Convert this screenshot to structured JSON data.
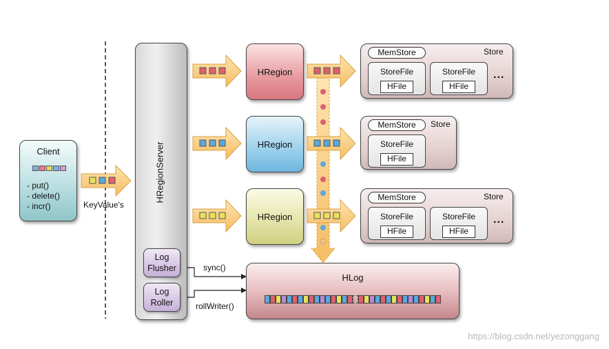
{
  "client": {
    "title": "Client",
    "methods": "- put()\n- delete()\n- incr()",
    "swatches": [
      "#7fb0e0",
      "#e87b8a",
      "#e8d85a",
      "#7fb0e0",
      "#c9a0e0"
    ]
  },
  "keyvalue_label": "KeyValue's",
  "server": {
    "label": "HRegionServer",
    "log_flusher": "Log\nFlusher",
    "log_roller": "Log\nRoller"
  },
  "regions": [
    {
      "label": "HRegion",
      "color": "#e8838a"
    },
    {
      "label": "HRegion",
      "color": "#7fc4e8"
    },
    {
      "label": "HRegion",
      "color": "#e0e09a"
    }
  ],
  "stores": [
    {
      "memstore": "MemStore",
      "store_label": "Store",
      "storefiles": [
        "StoreFile",
        "StoreFile"
      ],
      "hfile": "HFile",
      "more": "..."
    },
    {
      "memstore": "MemStore",
      "store_label": "Store",
      "storefiles": [
        "StoreFile"
      ],
      "hfile": "HFile"
    },
    {
      "memstore": "MemStore",
      "store_label": "Store",
      "storefiles": [
        "StoreFile",
        "StoreFile"
      ],
      "hfile": "HFile",
      "more": "..."
    }
  ],
  "hlog": {
    "label": "HLog"
  },
  "sync_label": "sync()",
  "rollwriter_label": "rollWriter()",
  "watermark": "https://blog.csdn.net/yezonggang",
  "colors": {
    "arrow_fill": "#fbd38d",
    "arrow_stroke": "#d9a040",
    "red_cell": "#e06070",
    "blue_cell": "#5aa8dd",
    "yellow_cell": "#e7e25a",
    "purple_cell": "#b68ad8"
  }
}
